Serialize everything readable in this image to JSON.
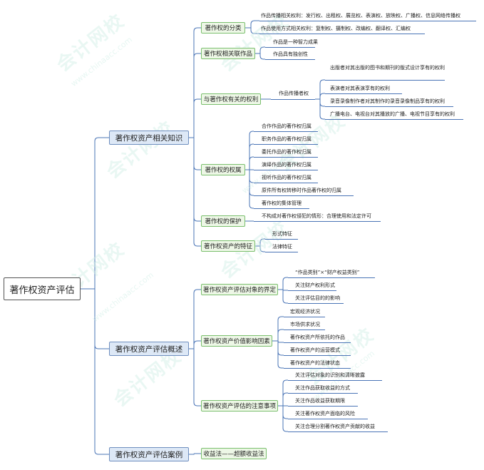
{
  "root": "著作权资产评估",
  "l1": [
    "著作权资产相关知识",
    "著作权资产评估概述",
    "著作权资产评估案例"
  ],
  "l2": [
    "著作权的分类",
    "著作权相关联作品",
    "与著作权有关的权利",
    "著作权的权属",
    "著作权的保护",
    "著作权资产的特征",
    "著作权资产评估对象的界定",
    "著作权资产价值影响因素",
    "著作权资产评估的注意事项",
    "收益法——超额收益法"
  ],
  "l3": {
    "classification": [
      "作品传播相关权利：发行权、出租权、展览权、表演权、放映权、广播权、信息网络传播权",
      "作品使用方式相关权利：复制权、摄制权、改编权、翻译权、汇编权"
    ],
    "related_works": [
      "作品是一种智力成果",
      "作品具有独创性"
    ],
    "related_rights_group": "作品传播者权",
    "related_rights": [
      "出版者对其出版的图书和期刊的版式设计享有的权利",
      "表演者对其表演享有的权利",
      "录音录像制作者对其制作的录音录像制品享有的权利",
      "广播电台、电视台对其播放的广播、电视节目享有的权利"
    ],
    "ownership": [
      "合作作品的著作权归属",
      "职务作品的著作权归属",
      "委托作品的著作权归属",
      "演绎作品的著作权归属",
      "视听作品的著作权归属",
      "原件所有权转移时作品著作权的归属",
      "著作权的集体管理"
    ],
    "protection": [
      "不构成对著作权侵犯的情形：合理使用和法定许可"
    ],
    "characteristics": [
      "形式特征",
      "法律特征"
    ],
    "object_definition": [
      "“作品类别”×“财产权益类别”",
      "关注财产权利形式",
      "关注评估目的的影响"
    ],
    "value_factors": [
      "宏观经济状况",
      "市场供求状况",
      "著作权资产所依托的作品",
      "著作权资产的运营模式",
      "著作权资产的法律状态"
    ],
    "notes": [
      "关注评估对象的识别和清晰披露",
      "关注作品获取收益的方式",
      "关注作品收益获取期限",
      "关注著作权资产面临的风险",
      "关注合理分割著作权资产贡献的收益"
    ]
  },
  "watermark": "会计网校",
  "watermark_url": "www.chinaacc.com",
  "colors": {
    "l1_fill": "#dde8f6",
    "l1_border": "#6f8fbf",
    "l2_fill": "#edf7e6",
    "l2_border": "#7bbf6e",
    "line": "#4a74b6"
  }
}
